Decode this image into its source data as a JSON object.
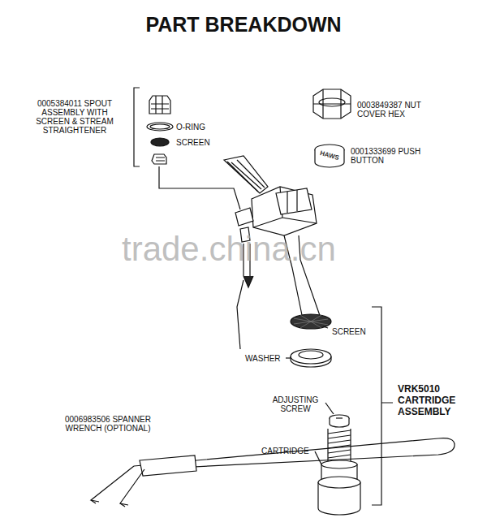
{
  "diagram": {
    "title": "PART BREAKDOWN",
    "labels": [
      "0005384011 SPOUT ASSEMBLY WITH SCREEN & STREAM STRAIGHTENER",
      "O-RING",
      "SCREEN",
      "0003849387 NUT COVER HEX",
      "HAWS",
      "0001333699 PUSH BUTTON",
      "trade.china.cn",
      "SCREEN",
      "WASHER",
      "VRK5010 CARTRIDGE ASSEMBLY",
      "ADJUSTING SCREW",
      "CARTRIDGE",
      "0006983506 SPANNER WRENCH (OPTIONAL)"
    ]
  }
}
